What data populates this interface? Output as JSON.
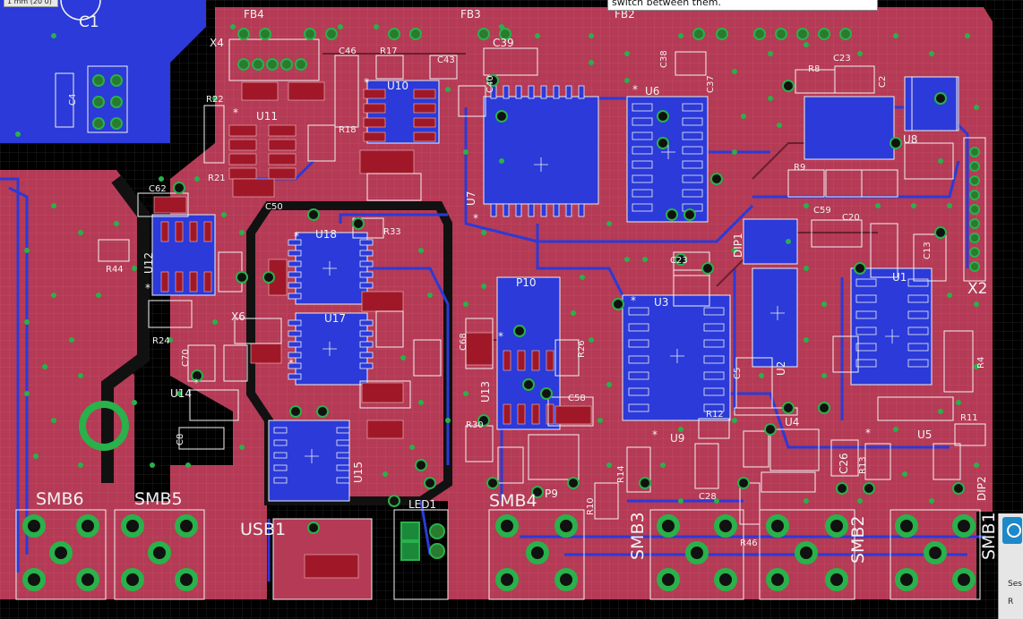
{
  "tooltip": "switch between them.",
  "corner_label": "1 mm (20 0)",
  "side_panel": {
    "text1": "Ses",
    "text2": "R"
  },
  "labels": {
    "C1": "C1",
    "FB4": "FB4",
    "FB3": "FB3",
    "FB2": "FB2",
    "X4": "X4",
    "C46": "C46",
    "R17": "R17",
    "C43": "C43",
    "C39": "C39",
    "C38": "C38",
    "C37": "C37",
    "R8": "R8",
    "C23": "C23",
    "C2": "C2",
    "C4": "C4",
    "R22": "R22",
    "U11": "U11",
    "U10": "U10",
    "C40": "C40",
    "U6": "U6",
    "U8": "U8",
    "R18": "R18",
    "R21": "R21",
    "C50": "C50",
    "C62": "C62",
    "R9": "R9",
    "C59": "C59",
    "C20": "C20",
    "U7": "U7",
    "R33": "R33",
    "DIP1": "DIP1",
    "X2": "X2",
    "U18": "U18",
    "R44": "R44",
    "U12": "U12",
    "P10": "P10",
    "U1": "U1",
    "C13": "C13",
    "X6": "X6",
    "C23b": "C23",
    "U3": "U3",
    "R24": "R24",
    "U17": "U17",
    "C68": "C68",
    "R26": "R26",
    "C70": "C70",
    "U13": "U13",
    "U2": "U2",
    "C5": "C5",
    "U14": "U14",
    "C58": "C58",
    "R12": "R12",
    "R11": "R11",
    "R30": "R30",
    "U4": "U4",
    "U9": "U9",
    "U5": "U5",
    "C8": "C8",
    "U15": "U15",
    "C26": "C26",
    "R13": "R13",
    "DIP2": "DIP2",
    "R14": "R14",
    "R10": "R10",
    "C28": "C28",
    "P9": "P9",
    "LED1": "LED1",
    "SMB6": "SMB6",
    "SMB5": "SMB5",
    "SMB4": "SMB4",
    "USB1": "USB1",
    "SMB3": "SMB3",
    "R46": "R46",
    "SMB2": "SMB2",
    "SMB1": "SMB1",
    "R4": "R4"
  },
  "colors": {
    "board": "#b43a55",
    "bottom_copper": "#2b3ad8",
    "via": "#29b14a",
    "silk": "#f2f2f2",
    "background": "#000000"
  }
}
